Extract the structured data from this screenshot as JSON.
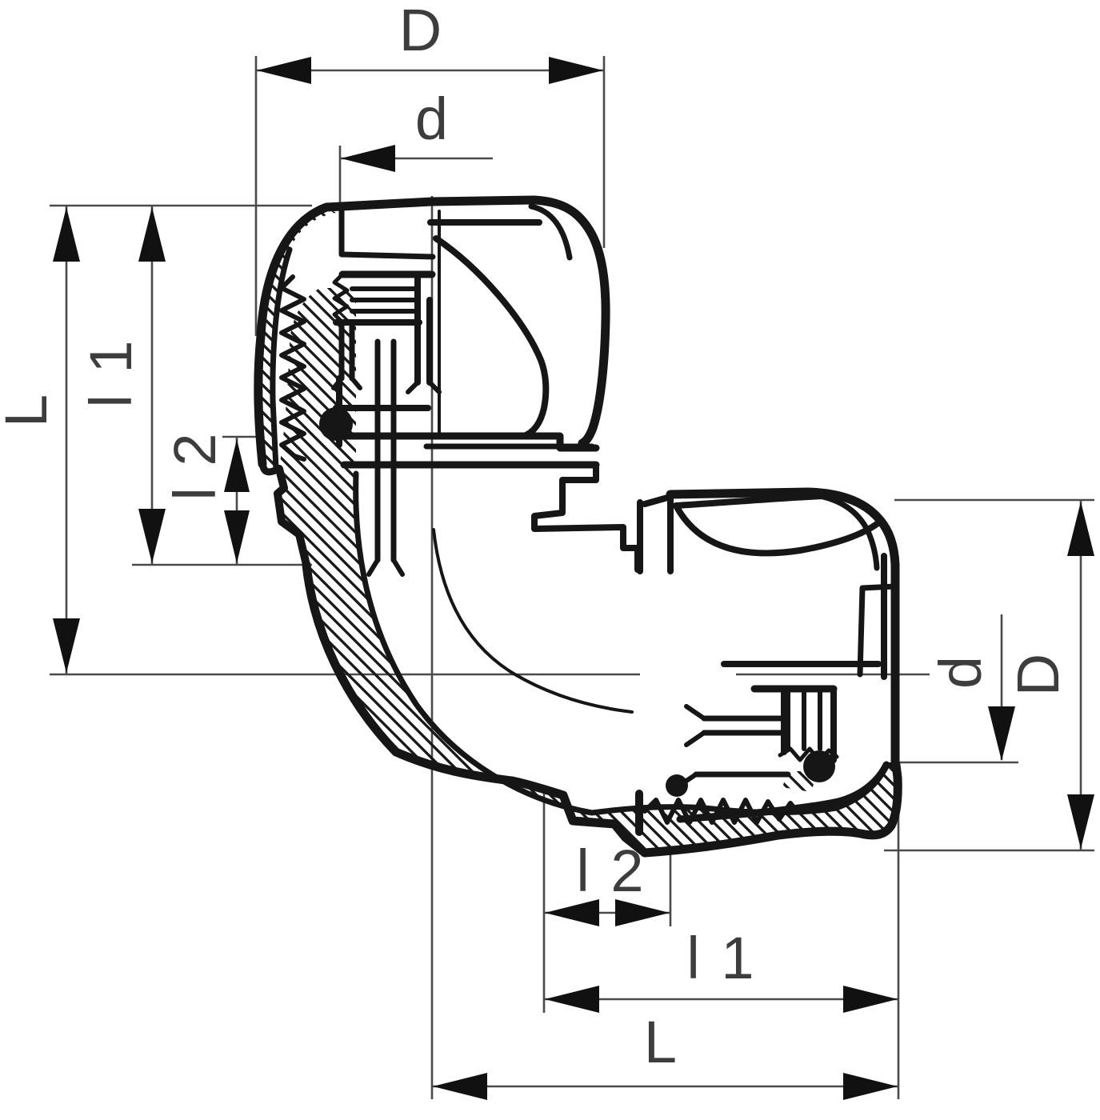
{
  "drawing_labels": {
    "top_D": "D",
    "top_d": "d",
    "left_L": "L",
    "left_l1": "l 1",
    "left_l2": "l 2",
    "right_d": "d",
    "right_D": "D",
    "bottom_l2": "l 2",
    "bottom_l1": "l 1",
    "bottom_L": "L"
  },
  "colors": {
    "line": "#161616",
    "dimension_line": "#4a4a4a",
    "label_text": "#3d3d3d",
    "background": "#ffffff"
  }
}
